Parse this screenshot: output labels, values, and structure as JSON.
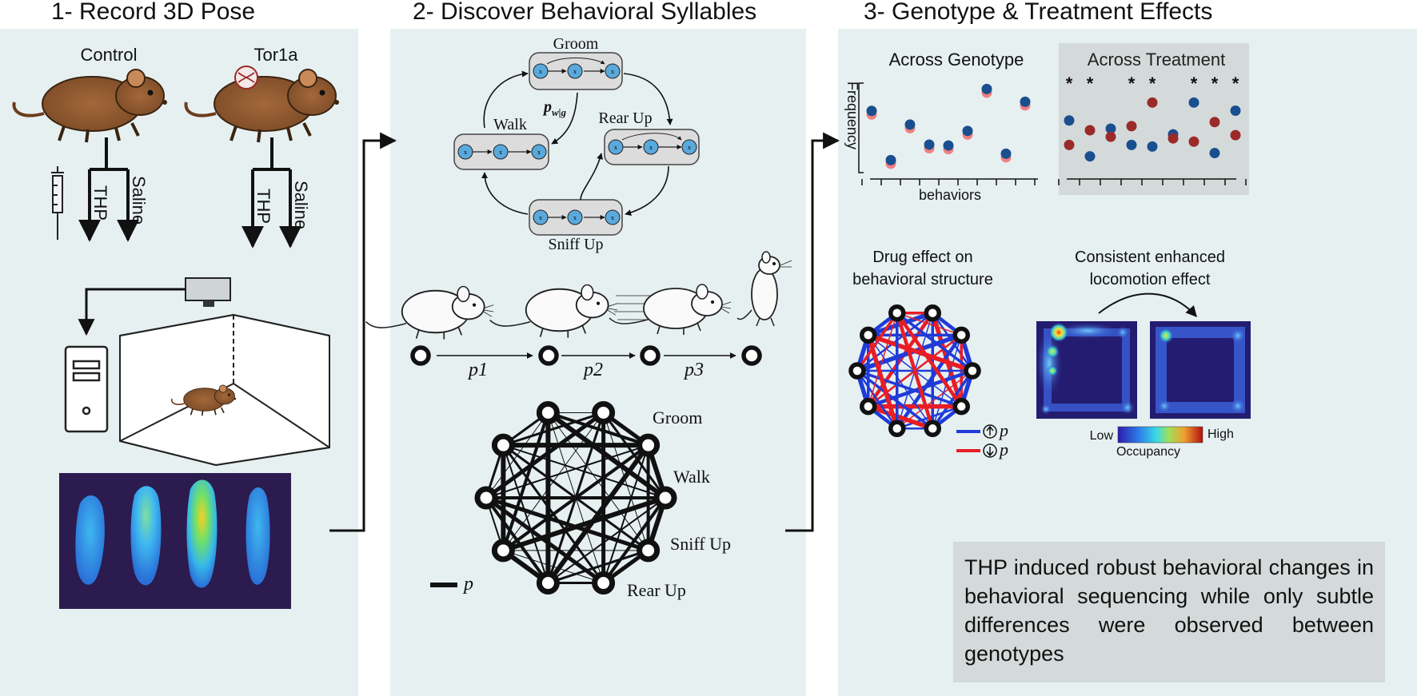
{
  "panel1": {
    "title": "1- Record 3D Pose",
    "groups": [
      {
        "label": "Control",
        "arms": [
          "THP",
          "Saline"
        ]
      },
      {
        "label": "Tor1a",
        "arms": [
          "THP",
          "Saline"
        ]
      }
    ]
  },
  "panel2": {
    "title": "2- Discover Behavioral Syllables",
    "states": [
      "Groom",
      "Walk",
      "Rear Up",
      "Sniff Up"
    ],
    "transition_label": "p",
    "transition_subscript": "w|g",
    "state_nodes": {
      "groom": [
        "x",
        "x",
        "x"
      ],
      "walk": [
        "x",
        "x",
        "x"
      ],
      "rear": [
        "x",
        "x",
        "x"
      ],
      "sniff": [
        "x",
        "x",
        "x"
      ]
    },
    "sequence_probs": [
      "p1",
      "p2",
      "p3"
    ],
    "network_labels": [
      "Groom",
      "Walk",
      "Sniff Up",
      "Rear Up"
    ],
    "legend_p": "p"
  },
  "panel3": {
    "title": "3- Genotype & Treatment Effects",
    "genotype_chart": {
      "title": "Across Genotype",
      "ylabel": "Frequency",
      "xlabel": "behaviors"
    },
    "treatment_chart": {
      "title": "Across Treatment",
      "star": "*"
    },
    "drug_effect": {
      "title_line1": "Drug effect on",
      "title_line2": "behavioral structure",
      "legend_up": "p",
      "legend_down": "p"
    },
    "locomotion": {
      "title_line1": "Consistent enhanced",
      "title_line2": "locomotion effect",
      "colorbar_low": "Low",
      "colorbar_high": "High",
      "colorbar_label": "Occupancy"
    },
    "summary": "THP induced robust behavioral changes in behavioral sequencing while only subtle differences were observed between genotypes"
  },
  "colors": {
    "panel_bg": "#e6f0f1",
    "blue": "#1a4f8f",
    "red": "#9b2a2a",
    "salmon": "#f08080",
    "edge_blue": "#1f3bd8",
    "edge_red": "#e81d25",
    "node_blue": "#5aa9dc"
  },
  "chart_data": [
    {
      "type": "scatter",
      "title": "Across Genotype",
      "ylabel": "Frequency",
      "xlabel": "behaviors",
      "x": [
        1,
        2,
        3,
        4,
        5,
        6,
        7,
        8,
        9
      ],
      "series": [
        {
          "values": [
            0.62,
            0.08,
            0.47,
            0.25,
            0.24,
            0.4,
            0.86,
            0.15,
            0.72
          ]
        },
        {
          "values": [
            0.66,
            0.12,
            0.51,
            0.29,
            0.28,
            0.44,
            0.9,
            0.19,
            0.76
          ]
        }
      ]
    },
    {
      "type": "scatter",
      "title": "Across Treatment",
      "x": [
        1,
        2,
        3,
        4,
        5,
        6,
        7,
        8,
        9
      ],
      "significant": [
        true,
        true,
        false,
        true,
        true,
        false,
        true,
        true,
        true
      ],
      "series": [
        {
          "values": [
            0.62,
            0.18,
            0.52,
            0.32,
            0.3,
            0.45,
            0.84,
            0.22,
            0.74
          ]
        },
        {
          "values": [
            0.32,
            0.5,
            0.42,
            0.55,
            0.84,
            0.4,
            0.36,
            0.6,
            0.44
          ]
        }
      ]
    }
  ]
}
